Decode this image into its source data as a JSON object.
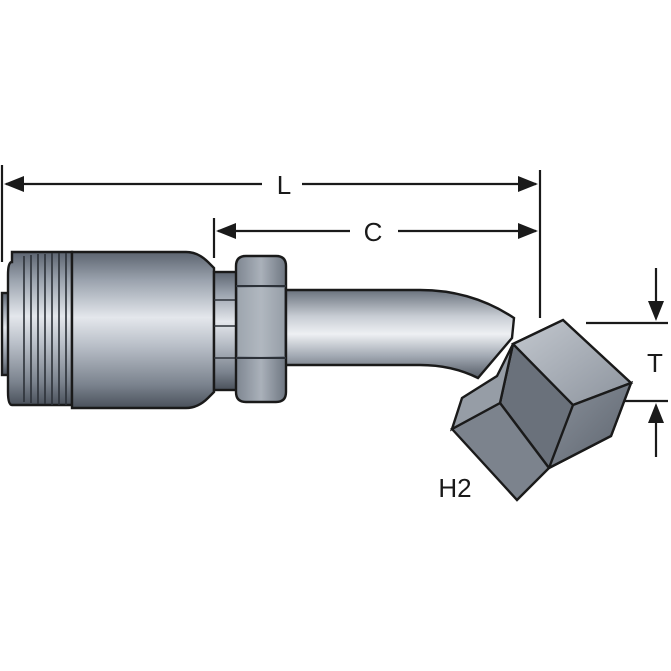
{
  "diagram": {
    "labels": {
      "overall_length": "L",
      "cut_off": "C",
      "hex": "H2",
      "thread": "T"
    }
  }
}
